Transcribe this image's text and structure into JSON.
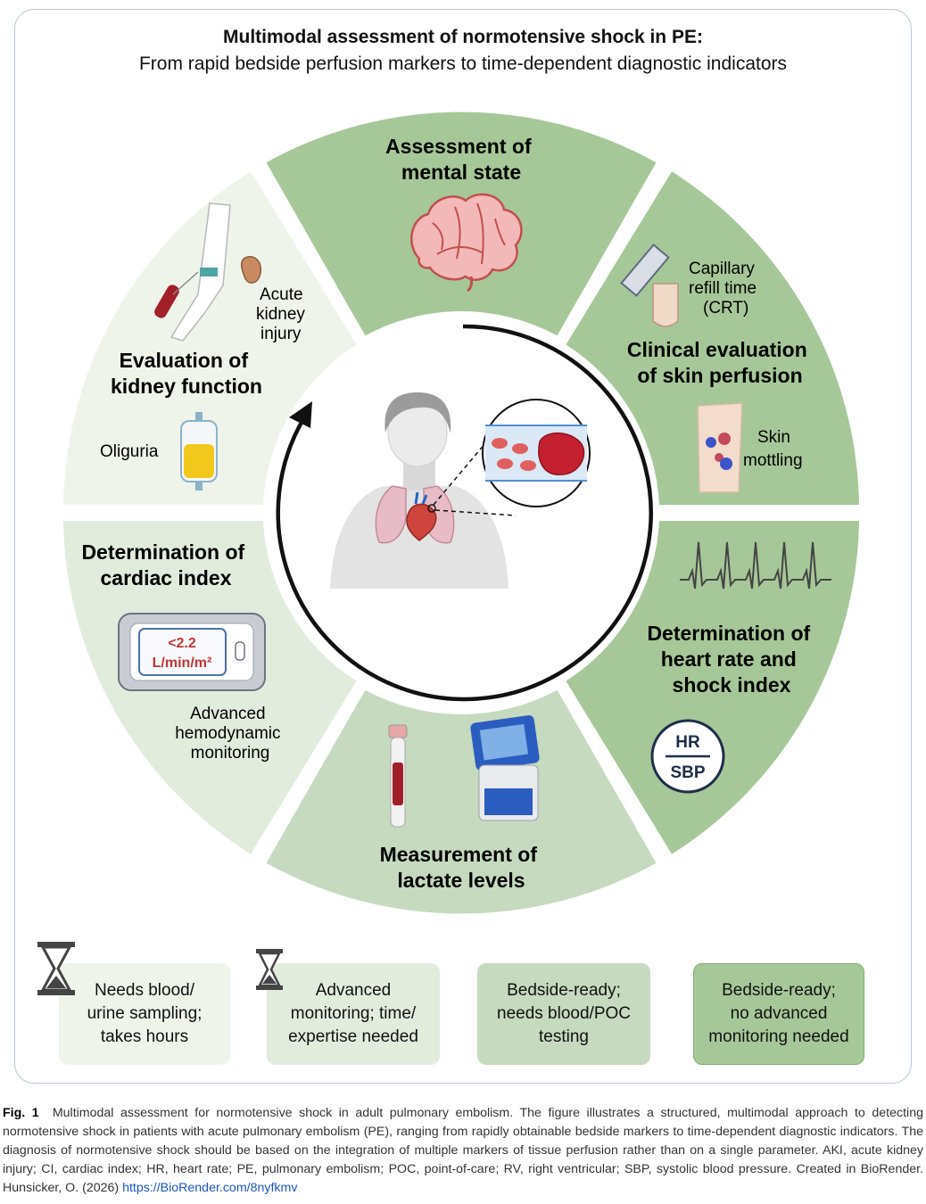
{
  "title": "Multimodal assessment of normotensive shock in PE:",
  "subtitle": "From rapid bedside perfusion markers to time-dependent diagnostic indicators",
  "segments": {
    "mental": {
      "title_l1": "Assessment of",
      "title_l2": "mental state"
    },
    "skin": {
      "title_l1": "Clinical evaluation",
      "title_l2": "of skin perfusion",
      "crt_l1": "Capillary",
      "crt_l2": "refill time",
      "crt_l3": "(CRT)",
      "mottling_l1": "Skin",
      "mottling_l2": "mottling"
    },
    "heart_rate": {
      "title_l1": "Determination of",
      "title_l2": "heart rate and",
      "title_l3": "shock index",
      "hr": "HR",
      "sbp": "SBP"
    },
    "lactate": {
      "title_l1": "Measurement of",
      "title_l2": "lactate levels"
    },
    "cardiac": {
      "title_l1": "Determination of",
      "title_l2": "cardiac index",
      "monitor_value": "<2.2",
      "monitor_unit": "L/min/m²",
      "label_l1": "Advanced",
      "label_l2": "hemodynamic",
      "label_l3": "monitoring"
    },
    "kidney": {
      "title_l1": "Evaluation of",
      "title_l2": "kidney function",
      "aki_l1": "Acute",
      "aki_l2": "kidney",
      "aki_l3": "injury",
      "oliguria": "Oliguria"
    }
  },
  "legend": [
    {
      "text": "Needs blood/\nurine sampling;\ntakes hours",
      "color": "#eef4ea"
    },
    {
      "text": "Advanced\nmonitoring; time/\nexpertise needed",
      "color": "#e2ecdd"
    },
    {
      "text": "Bedside-ready;\nneeds blood/POC\ntesting",
      "color": "#c5dabe"
    },
    {
      "text": "Bedside-ready;\nno advanced\nmonitoring needed",
      "color": "#a6c898"
    }
  ],
  "caption": {
    "label": "Fig. 1",
    "text": "Multimodal assessment for normotensive shock in adult pulmonary embolism. The figure illustrates a structured, multimodal approach to detecting normotensive shock in patients with acute pulmonary embolism (PE), ranging from rapidly obtainable bedside markers to time-dependent diagnostic indicators. The diagnosis of normotensive shock should be based on the integration of multiple markers of tissue perfusion rather than on a single parameter. AKI, acute kidney injury; CI, cardiac index; HR, heart rate; PE, pulmonary embolism; POC, point-of-care; RV, right ventricular; SBP, systolic blood pressure. Created in BioRender. Hunsicker, O. (2026)",
    "link": "https://BioRender.com/8nyfkmv"
  },
  "colors": {
    "segment_dark": "#a6c898",
    "segment_mid": "#c5dabe",
    "segment_light": "#e2ecdd",
    "segment_lightest": "#eef4ea",
    "frame": "#b9c7d8",
    "link": "#1a56c4"
  }
}
